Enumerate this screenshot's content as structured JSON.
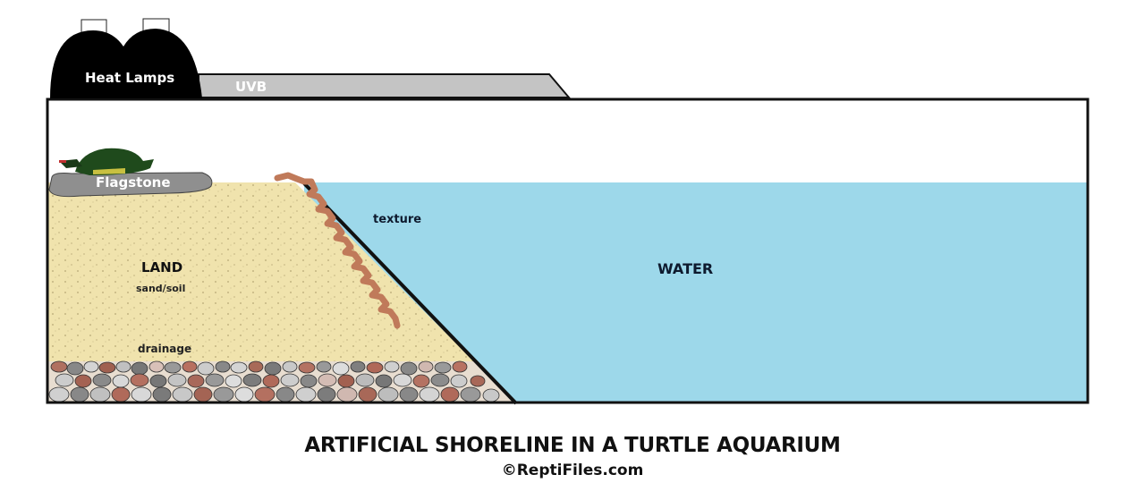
{
  "diagram": {
    "title": "ARTIFICIAL SHORELINE IN A TURTLE AQUARIUM",
    "credit": "©ReptiFiles.com",
    "labels": {
      "heat_lamps": "Heat Lamps",
      "uvb": "UVB",
      "flagstone": "Flagstone",
      "texture": "texture",
      "land": "LAND",
      "land_sub": "sand/soil",
      "drainage": "drainage",
      "water": "WATER"
    },
    "colors": {
      "water": "#9dd8ea",
      "sand": "#f0e3ad",
      "flagstone": "#8f8f8f",
      "uvb": "#c4c4c4",
      "heat_lamp": "#000000",
      "texture": "#c07a5a",
      "turtle_shell": "#1f4a1c",
      "label_dark": "#0e1a2e"
    }
  }
}
